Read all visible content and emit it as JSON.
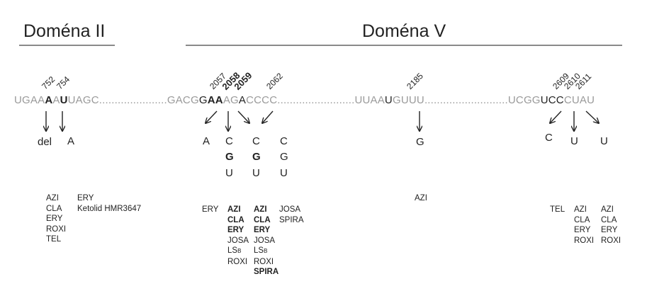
{
  "domains": {
    "domain2": {
      "title": "Doména II"
    },
    "domain5": {
      "title": "Doména V"
    }
  },
  "sequences": {
    "d2": {
      "pre": "UGAA",
      "m1": "A",
      "mid": "A",
      "m2": "U",
      "post": "UAGC"
    },
    "dots1": "......................",
    "d5a": {
      "pre": "GACG",
      "m1": "G",
      "m2": "A",
      "m3": "A",
      "mid": "AG",
      "m4": "A",
      "post": "CCCC"
    },
    "dots2": ".........................",
    "d5b": {
      "pre": "UUAA",
      "m1": "U",
      "post": "GUUU"
    },
    "dots3": "...........................",
    "d5c": {
      "pre": "UCGG",
      "m1": "U",
      "m2": "C",
      "m3": "C",
      "post": "CUAU"
    }
  },
  "positions": {
    "p752": "752",
    "p754": "754",
    "p2057": "2057",
    "p2058": "2058",
    "p2059": "2059",
    "p2062": "2062",
    "p2185": "2185",
    "p2609": "2609",
    "p2610": "2610",
    "p2611": "2611"
  },
  "substitutions": {
    "s752": "del",
    "s754": "A",
    "s2057": "A",
    "s2058a": "C",
    "s2058b": "G",
    "s2058c": "U",
    "s2059a": "C",
    "s2059b": "G",
    "s2059c": "U",
    "s2062a": "C",
    "s2062b": "G",
    "s2062c": "U",
    "s2185": "G",
    "s2609": "C",
    "s2610": "U",
    "s2611": "U"
  },
  "drugs": {
    "col752": [
      "AZI",
      "CLA",
      "ERY",
      "ROXI",
      "TEL"
    ],
    "col754": [
      "ERY",
      "Ketolid HMR3647"
    ],
    "col2057": [
      "ERY"
    ],
    "col2058": [
      {
        "t": "AZI",
        "b": true
      },
      {
        "t": "CLA",
        "b": true
      },
      {
        "t": "ERY",
        "b": true
      },
      {
        "t": "JOSA",
        "b": false
      },
      {
        "t": "LSB",
        "b": false
      },
      {
        "t": "ROXI",
        "b": false
      }
    ],
    "col2059": [
      {
        "t": "AZI",
        "b": true
      },
      {
        "t": "CLA",
        "b": true
      },
      {
        "t": "ERY",
        "b": true
      },
      {
        "t": "JOSA",
        "b": false
      },
      {
        "t": "LSB",
        "b": false
      },
      {
        "t": "ROXI",
        "b": false
      },
      {
        "t": "SPIRA",
        "b": true
      }
    ],
    "col2062": [
      "JOSA",
      "SPIRA"
    ],
    "col2185": [
      "AZI"
    ],
    "col2609": [
      "TEL"
    ],
    "col2610": [
      "AZI",
      "CLA",
      "ERY",
      "ROXI"
    ],
    "col2611": [
      "AZI",
      "CLA",
      "ERY",
      "ROXI"
    ]
  }
}
